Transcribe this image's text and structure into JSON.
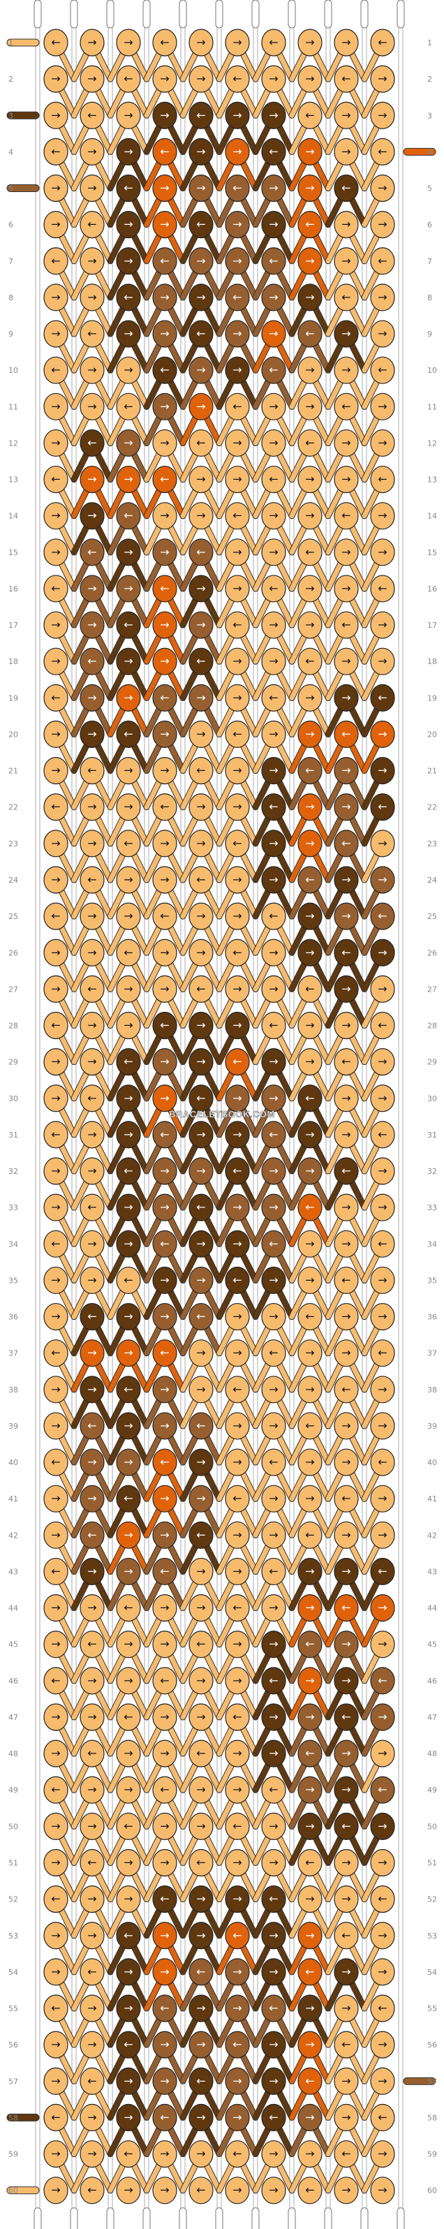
{
  "watermark": "BRACELETBOOK.COM",
  "colors": {
    "A": "#f7bb6e",
    "B": "#5f3810",
    "C": "#e0620b",
    "D": "#975f2f",
    "outline": "#222222",
    "arrow": "#111111",
    "arrow_light": "#ffffff"
  },
  "strings": [
    "A",
    "A",
    "B",
    "A",
    "B",
    "A",
    "A",
    "A",
    "A",
    "A",
    "A"
  ],
  "string_ends": [
    "A",
    "A",
    "A",
    "A",
    "A",
    "A",
    "A",
    "A",
    "D",
    "A",
    "A"
  ],
  "row_count": 60,
  "side_strings": {
    "1": "A",
    "3": "B",
    "5": "D",
    "58": "B",
    "60": "A",
    "4_right": "C",
    "57_right": "D"
  },
  "icons": {
    "knot_forward": "arrow-right-icon",
    "knot_backward": "arrow-left-icon",
    "knot_forward_backward": "arrow-right-return-icon",
    "knot_backward_forward": "arrow-left-return-icon"
  },
  "rows": [
    "AAAAAAAAAA",
    "AAAAAAAAAA",
    "AAABBBBAAA",
    "AABCBCBCAA",
    "AABCDDDCBA",
    "AABCBDBCAA",
    "AABDDDDCAA",
    "AABDBDDBAA",
    "AABDBDCDBA",
    "AAABDBDAAA",
    "AAADCAAAAA",
    "ABDAAAAAAA",
    "ACCCAAAAAA",
    "ABDAAAAAAA",
    "ADBDDAAAAA",
    "ADDCBAAAAA",
    "ADBCDAAAAA",
    "ADBCBAAAAA",
    "ADCDDAAABB",
    "ABBDAAACCC",
    "AAAAAABDDB",
    "AAAAAABCDB",
    "AAAAAABCDA",
    "AAAAAABDBD",
    "AAAAAAABDD",
    "AAAAAAABBB",
    "AAAAAAAABA",
    "AAABBBAAAA",
    "AABDBCBAAA",
    "AABCBDDBAA",
    "AABDBBDBAA",
    "AABDDBDDBA",
    "AABDBDDCAA",
    "AABDBBDAAA",
    "AAABDBBAAA",
    "ABBDDAAAAA",
    "ACCCAAAAAA",
    "ABBDAAAAAA",
    "ADBDDAAAAA",
    "ADDCBAAAAA",
    "ADBCDAAAAA",
    "ADCDBAAAAA",
    "ABDDAAABBB",
    "AAAAAAACCC",
    "AAAAAABDDA",
    "AAAAAABCBD",
    "AAAAAABDBD",
    "AAAAAABDDA",
    "AAAAAAADBD",
    "AAAAAAABBB",
    "AAAAAAAAAA",
    "AAABBBBAAA",
    "AABCBCBCAA",
    "AABCDDBCBA",
    "AABDBDDBAA",
    "AABDDDBCAA",
    "AABDBDBCAA",
    "AABDBDBDAA",
    "AAAAAAAAAA",
    "AAAAAAAAAA"
  ]
}
